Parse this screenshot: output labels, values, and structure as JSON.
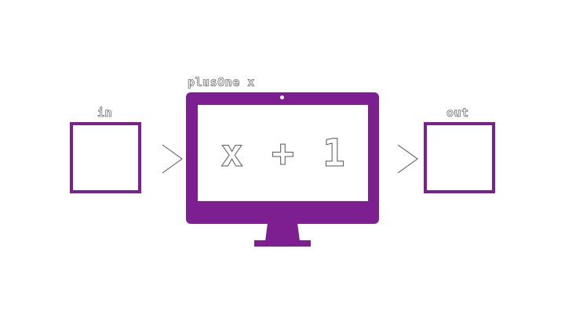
{
  "function_label": "plusOne x",
  "input_label": "in",
  "output_label": "out",
  "expression": {
    "lhs": "x",
    "op": "+",
    "rhs": "1"
  },
  "colors": {
    "accent": "#7d1f91",
    "outline_text": "#3a3a3a",
    "arrow": "#555555"
  },
  "icons": {
    "arrow_in": "chevron-right-icon",
    "arrow_out": "chevron-right-icon",
    "device": "monitor-icon"
  }
}
